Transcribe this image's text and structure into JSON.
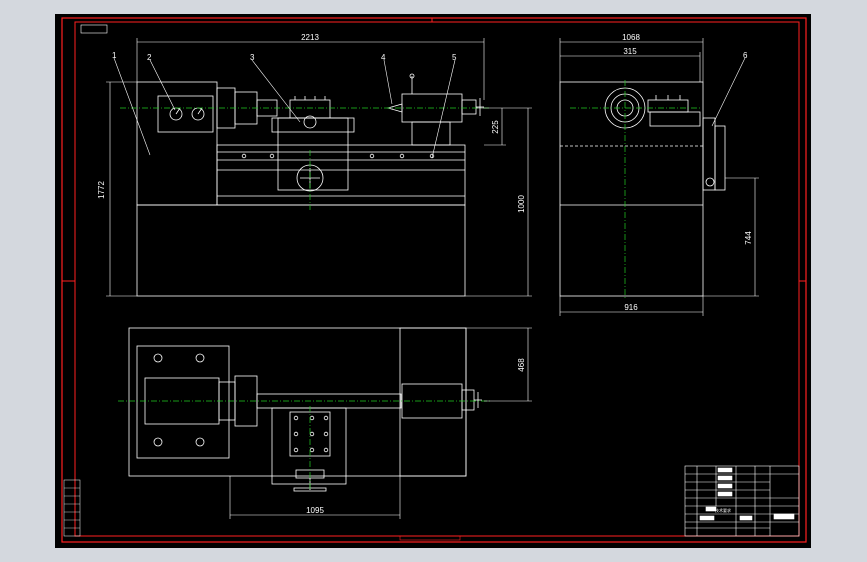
{
  "colors": {
    "background": "#d4d8de",
    "paper": "#000000",
    "border": "#ff2020",
    "lines": "#ffffff",
    "centerline": "#22cc22",
    "dimension": "#ff4444"
  },
  "dimensions": {
    "front_width": "2213",
    "front_height": "1772",
    "front_table_height": "1000",
    "spindle_offset": "225",
    "side_top": "1068",
    "side_inner": "315",
    "side_bottom": "916",
    "side_height": "744",
    "top_depth": "468",
    "top_width": "1095"
  },
  "part_numbers": [
    "1",
    "2",
    "3",
    "4",
    "5",
    "6"
  ],
  "title_block": {
    "label": "技术要求"
  }
}
